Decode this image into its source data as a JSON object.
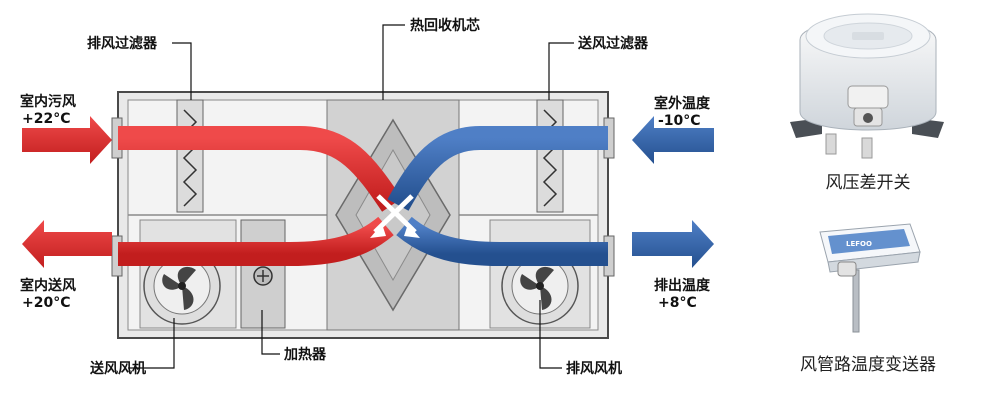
{
  "labels": {
    "exhaust_filter": "排风过滤器",
    "heat_core": "热回收机芯",
    "supply_filter": "送风过滤器",
    "indoor_dirty_air": "室内污风",
    "indoor_dirty_temp": "+22°C",
    "outdoor_temp": "室外温度",
    "outdoor_temp_value": "-10°C",
    "indoor_supply_air": "室内送风",
    "indoor_supply_temp": "+20°C",
    "discharge_temp": "排出温度",
    "discharge_temp_value": "+8°C",
    "supply_fan": "送风风机",
    "heater": "加热器",
    "exhaust_fan": "排风风机"
  },
  "products": [
    {
      "name": "风压差开关",
      "icon": "differential-pressure-switch-icon"
    },
    {
      "name": "风管路温度变送器",
      "icon": "duct-temperature-transmitter-icon",
      "brand": "LEFOO"
    }
  ],
  "colors": {
    "warm_flow": "#d92828",
    "cold_flow": "#2f5fa8",
    "housing": "#e6e6e6",
    "outline": "#4a4a4a"
  }
}
